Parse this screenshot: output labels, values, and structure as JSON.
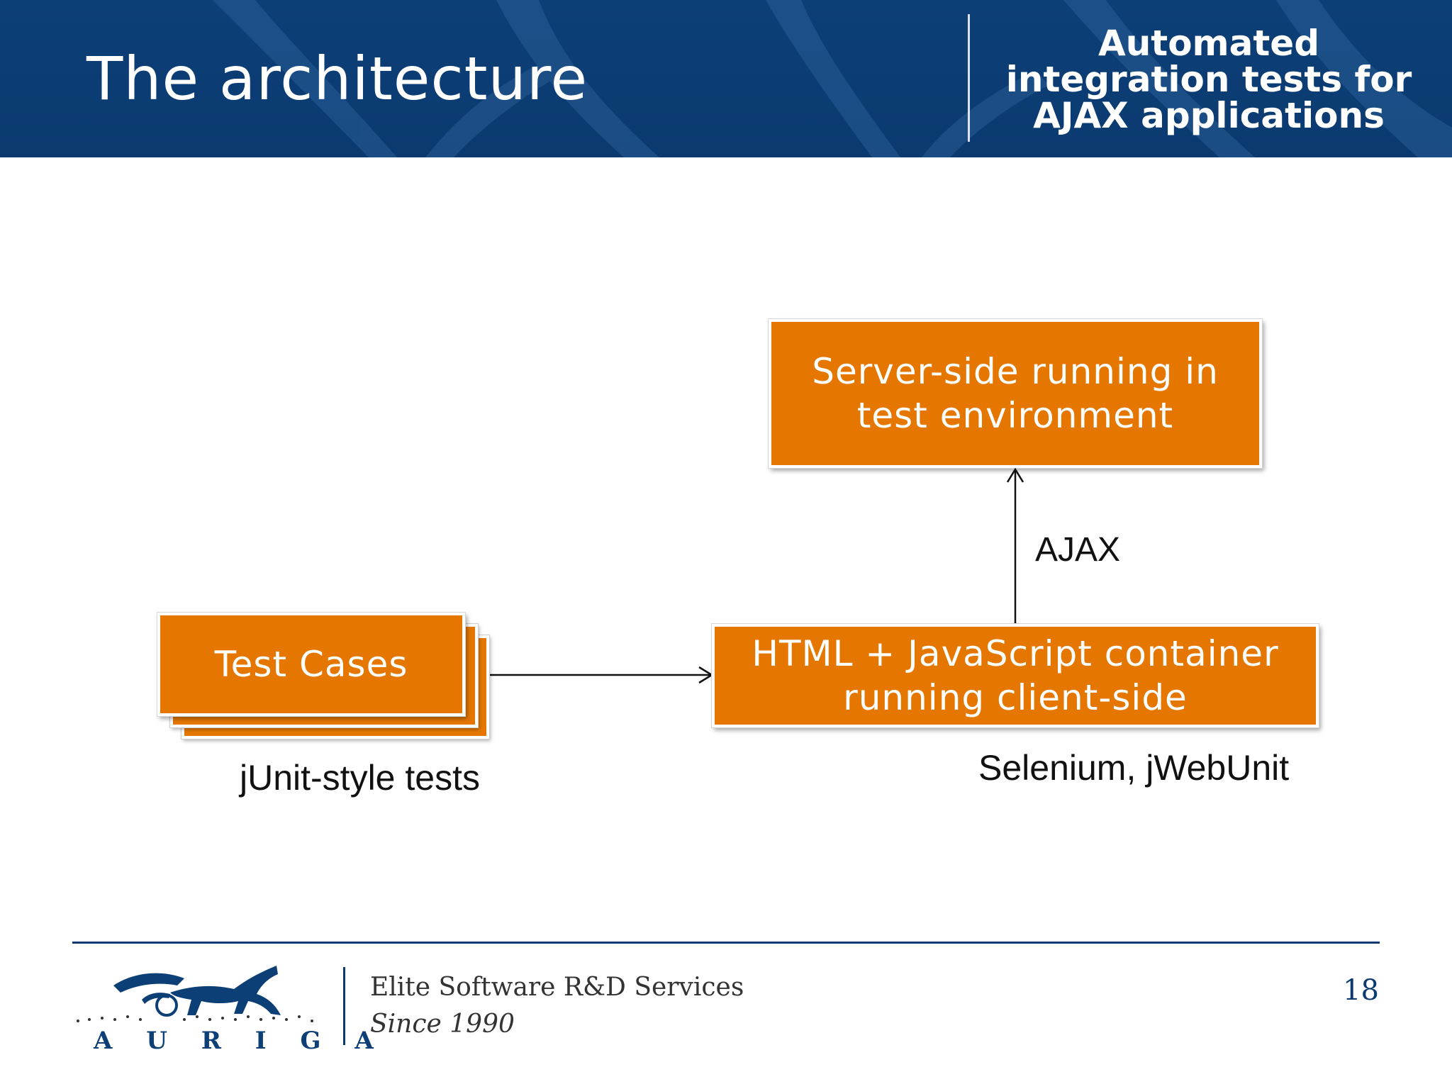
{
  "header": {
    "title": "The architecture",
    "subtitle_lines": [
      "Automated",
      "integration tests for",
      "AJAX applications"
    ]
  },
  "diagram": {
    "server_box": {
      "lines": [
        "Server-side running in",
        "test environment"
      ]
    },
    "client_box": {
      "lines": [
        "HTML + JavaScript container",
        "running client-side"
      ]
    },
    "tests_box": {
      "label": "Test Cases"
    },
    "ajax_label": "AJAX",
    "tests_caption": "jUnit-style tests",
    "client_caption": "Selenium, jWebUnit"
  },
  "footer": {
    "logo_text": "A U R I G A",
    "tagline": "Elite Software R&D Services",
    "since": "Since 1990",
    "page_number": "18"
  },
  "colors": {
    "header_blue": "#0a3a70",
    "box_orange": "#e57700"
  }
}
